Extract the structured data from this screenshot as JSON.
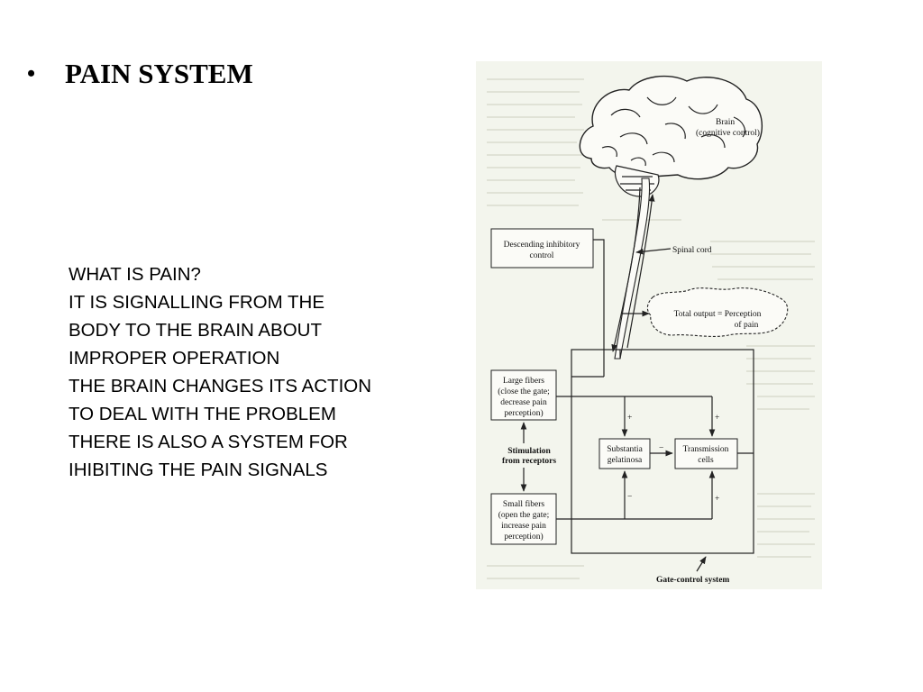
{
  "slide": {
    "bullet": "•",
    "title": "PAIN SYSTEM",
    "body_lines": [
      "WHAT IS PAIN?",
      "IT IS SIGNALLING FROM THE",
      "BODY TO THE BRAIN ABOUT",
      "IMPROPER OPERATION",
      "THE BRAIN CHANGES ITS ACTION",
      "TO DEAL WITH THE PROBLEM",
      "THERE IS ALSO A SYSTEM FOR",
      "IHIBITING THE PAIN SIGNALS"
    ]
  },
  "diagram": {
    "brain_label": [
      "Brain",
      "(cognitive control)"
    ],
    "spinal_cord_label": "Spinal cord",
    "descending_box": [
      "Descending inhibitory",
      "control"
    ],
    "total_output": [
      "Total output = Perception",
      "of pain"
    ],
    "large_fibers_box": [
      "Large fibers",
      "(close the gate;",
      "decrease pain",
      "perception)"
    ],
    "stimulation_label": [
      "Stimulation",
      "from receptors"
    ],
    "small_fibers_box": [
      "Small fibers",
      "(open the gate;",
      "increase pain",
      "perception)"
    ],
    "substantia_box": [
      "Substantia",
      "gelatinosa"
    ],
    "transmission_box": [
      "Transmission",
      "cells"
    ],
    "caption": "Gate-control system",
    "signs": {
      "large_to_transmission": "+",
      "large_to_substantia": "+",
      "small_to_substantia": "−",
      "small_to_transmission": "+",
      "substantia_to_transmission": "−"
    }
  }
}
